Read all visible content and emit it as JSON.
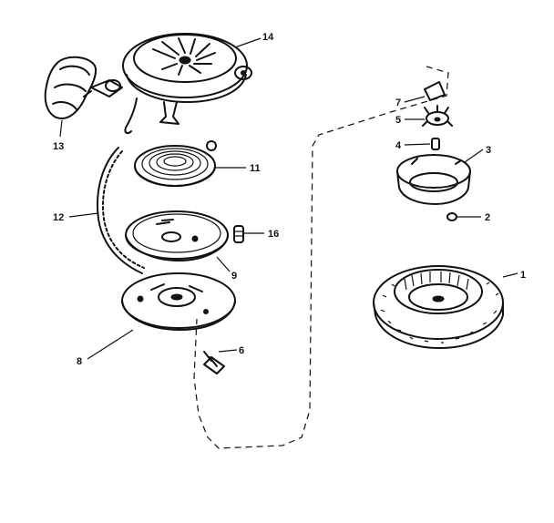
{
  "labels": {
    "p1": "1",
    "p2": "2",
    "p3": "3",
    "p4": "4",
    "p5": "5",
    "p6": "6",
    "p7": "7",
    "p8": "8",
    "p9": "9",
    "p11": "11",
    "p12": "12",
    "p13": "13",
    "p14": "14",
    "p16": "16"
  },
  "colors": {
    "ink": "#111111",
    "paper": "#ffffff"
  }
}
